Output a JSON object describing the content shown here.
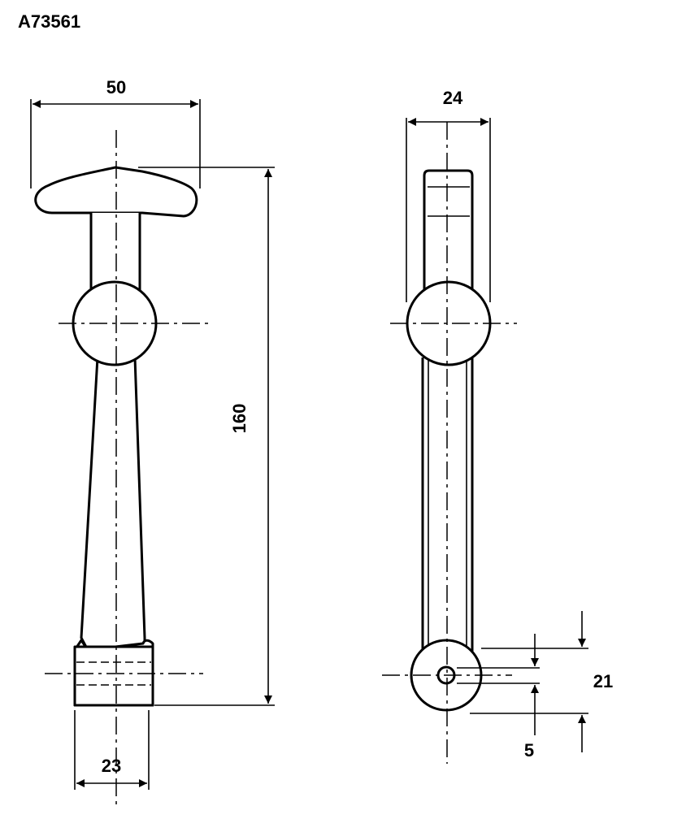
{
  "part_code": "A73561",
  "dimensions": {
    "head_width": "50",
    "total_length": "160",
    "base_width": "23",
    "side_width": "24",
    "eye_size": "21",
    "hole_size": "5"
  }
}
